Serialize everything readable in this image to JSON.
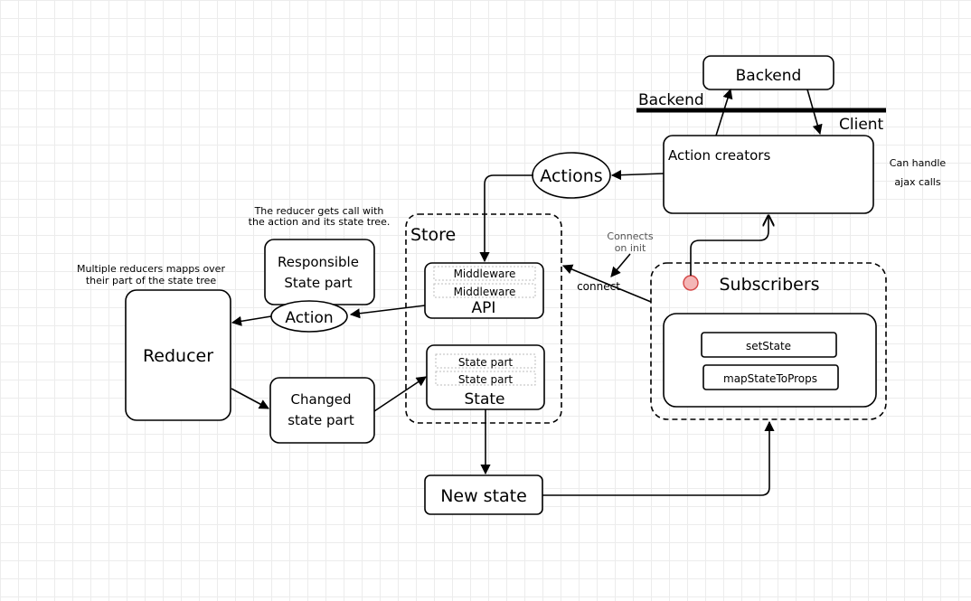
{
  "colors": {
    "ink": "#000000",
    "subscriber_dot": "#f4b6b6",
    "subscriber_dot_stroke": "#d44444",
    "grid": "#ececec"
  },
  "nodes": {
    "backend_box": "Backend",
    "backend_label": "Backend",
    "client_label": "Client",
    "action_creators": "Action creators",
    "can_handle_line1": "Can handle",
    "can_handle_line2": "ajax calls",
    "actions": "Actions",
    "store": "Store",
    "middleware_1": "Middleware",
    "middleware_2": "Middleware",
    "api": "API",
    "state_part_1": "State part",
    "state_part_2": "State part",
    "state": "State",
    "connects_on_init_line1": "Connects",
    "connects_on_init_line2": "on init",
    "connect": "connect",
    "subscribers": "Subscribers",
    "set_state": "setState",
    "map_state_to_props": "mapStateToProps",
    "reducer_note_line1": "The reducer gets call with",
    "reducer_note_line2": "the action and its state tree.",
    "responsible_line1": "Responsible",
    "responsible_line2": "State part",
    "action": "Action",
    "multiple_reducers_line1": "Multiple reducers mapps over",
    "multiple_reducers_line2": "their part of the state tree",
    "reducer": "Reducer",
    "changed_line1": "Changed",
    "changed_line2": "state part",
    "new_state": "New state"
  }
}
